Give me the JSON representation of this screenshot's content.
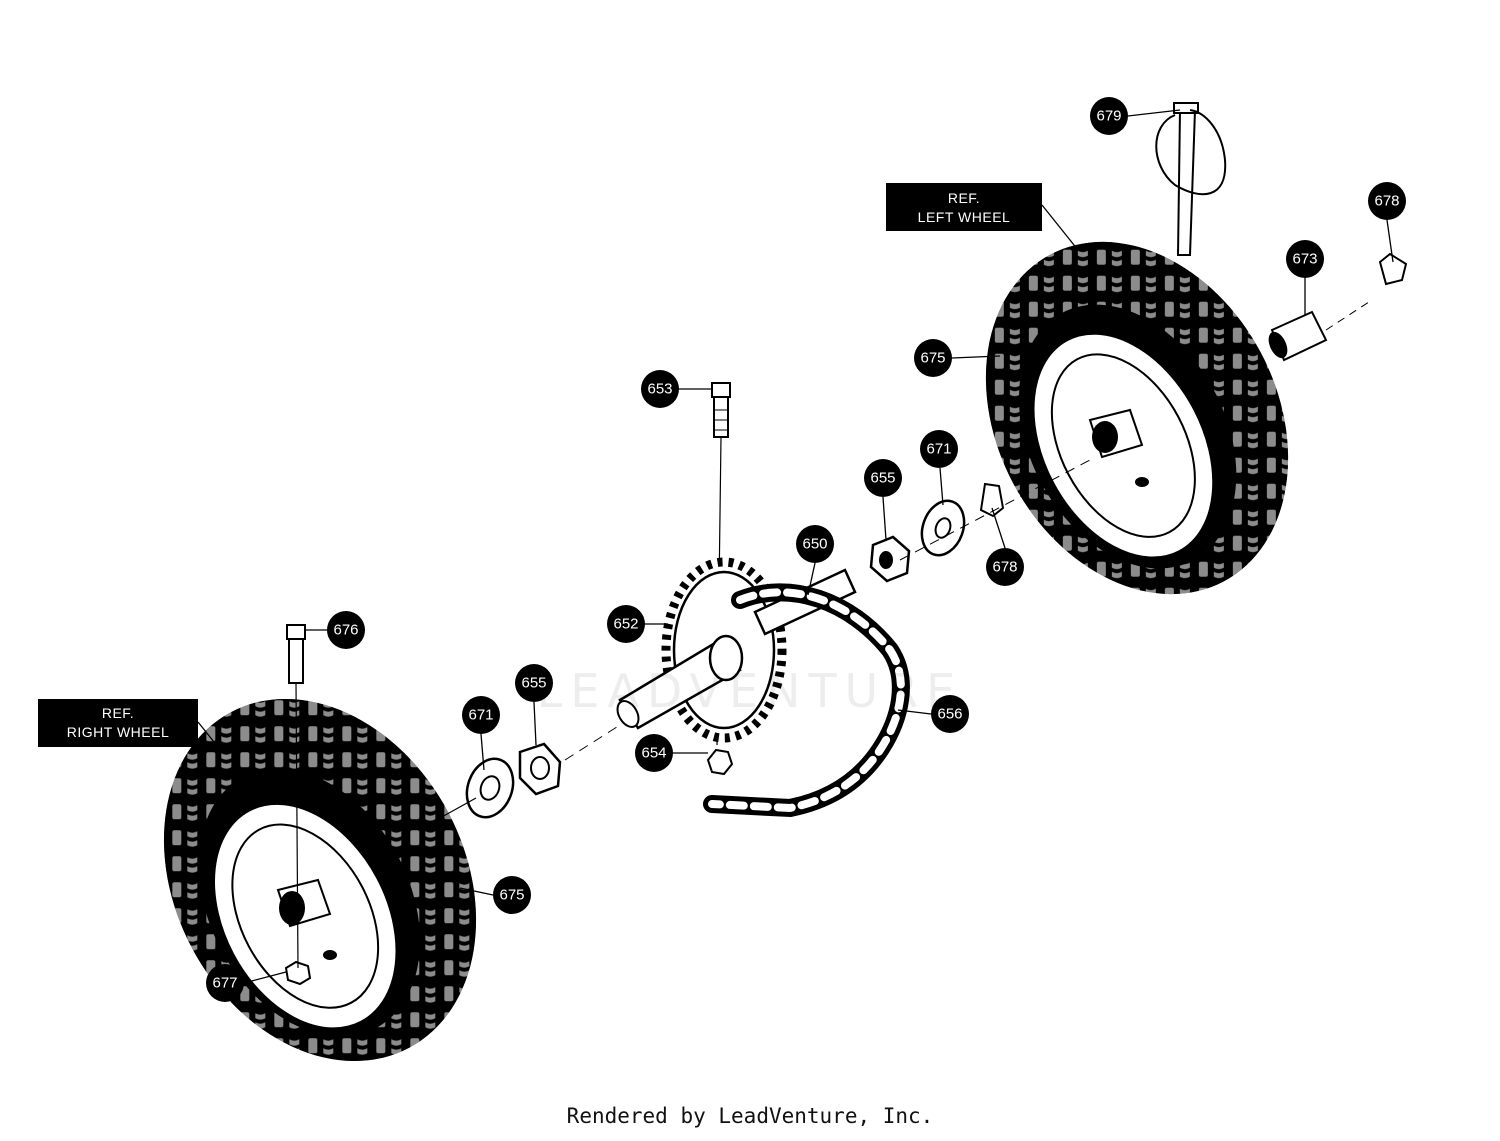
{
  "ref_boxes": {
    "left": {
      "line1": "REF.",
      "line2": "LEFT WHEEL"
    },
    "right": {
      "line1": "REF.",
      "line2": "RIGHT WHEEL"
    }
  },
  "callouts": {
    "c679": "679",
    "c678_top": "678",
    "c673": "673",
    "c675_left": "675",
    "c653": "653",
    "c671_upper": "671",
    "c655_upper": "655",
    "c678_mid": "678",
    "c650": "650",
    "c652": "652",
    "c676": "676",
    "c655_lower": "655",
    "c671_lower": "671",
    "c656": "656",
    "c654": "654",
    "c675_right": "675",
    "c677": "677"
  },
  "watermark": "LEADVENTURE",
  "footer": "Rendered by LeadVenture, Inc.",
  "colors": {
    "ink": "#000000",
    "paper": "#ffffff"
  }
}
